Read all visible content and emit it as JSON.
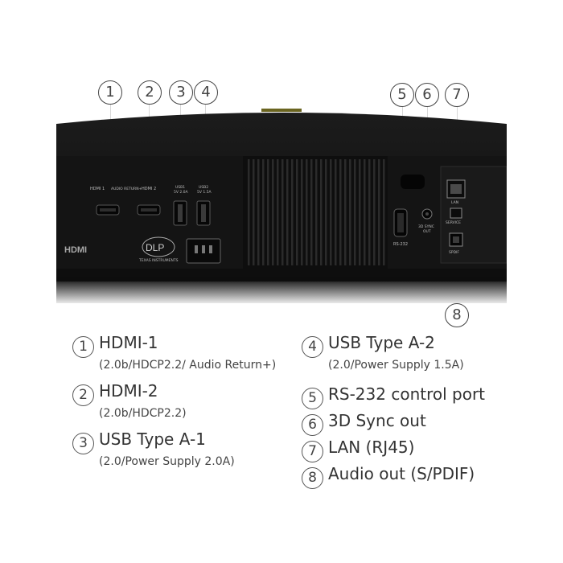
{
  "callouts": [
    "1",
    "2",
    "3",
    "4",
    "5",
    "6",
    "7",
    "8"
  ],
  "panel": {
    "hdmi1_label": "HDMI 1",
    "hdmi1_sub": "AUDIO RETURN+",
    "hdmi2_label": "HDMI 2",
    "usb1_label": "USB1",
    "usb1_sub": "5V 2.0A",
    "usb2_label": "USB2",
    "usb2_sub": "5V 1.5A",
    "rs232_label": "RS-232",
    "sync_label": "3D SYNC",
    "sync_sub": "OUT",
    "lan_label": "LAN",
    "service_label": "SERVICE",
    "spdif_label": "SPDIF",
    "hdmi_logo": "HDMI",
    "dlp_logo": "DLP",
    "ti_text": "TEXAS INSTRUMENTS"
  },
  "legend": [
    {
      "num": "1",
      "title": "HDMI-1",
      "sub": "(2.0b/HDCP2.2/ Audio Return+)"
    },
    {
      "num": "2",
      "title": "HDMI-2",
      "sub": "(2.0b/HDCP2.2)"
    },
    {
      "num": "3",
      "title": "USB Type A-1",
      "sub": "(2.0/Power Supply 2.0A)"
    },
    {
      "num": "4",
      "title": "USB Type A-2",
      "sub": "(2.0/Power Supply 1.5A)"
    },
    {
      "num": "5",
      "title": "RS-232 control port",
      "sub": ""
    },
    {
      "num": "6",
      "title": "3D Sync out",
      "sub": ""
    },
    {
      "num": "7",
      "title": "LAN (RJ45)",
      "sub": ""
    },
    {
      "num": "8",
      "title": "Audio out (S/PDIF)",
      "sub": ""
    }
  ]
}
